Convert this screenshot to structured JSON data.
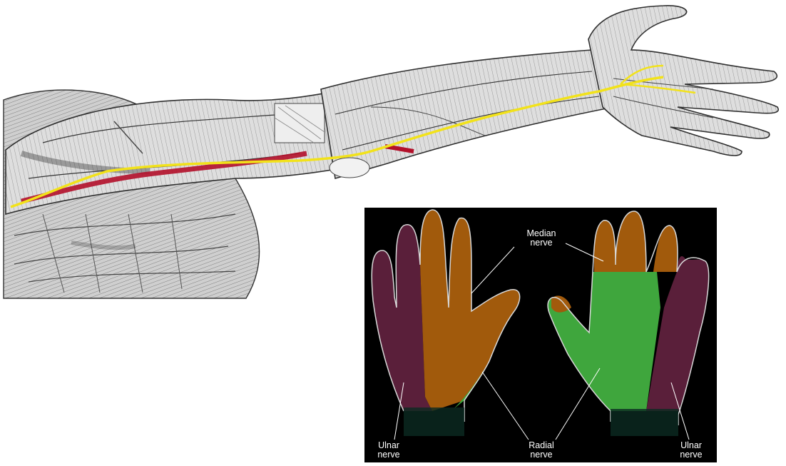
{
  "arm_illustration": {
    "subject": "anatomical-arm-muscles-with-nerve",
    "colors": {
      "nerve": "#f2e21a",
      "artery": "#b3102a",
      "muscle_stroke": "#3a3a3a",
      "muscle_fill": "#d9d9d9"
    }
  },
  "hands_diagram": {
    "background": "#000000",
    "regions": [
      {
        "nerve": "median",
        "color": "#a15a0c"
      },
      {
        "nerve": "ulnar",
        "color": "#5a1f3a"
      },
      {
        "nerve": "radial",
        "color": "#3fa63d"
      }
    ],
    "labels": {
      "median": "Median\nnerve",
      "radial": "Radial\nnerve",
      "ulnar_left": "Ulnar\nnerve",
      "ulnar_right": "Ulnar\nnerve"
    }
  }
}
